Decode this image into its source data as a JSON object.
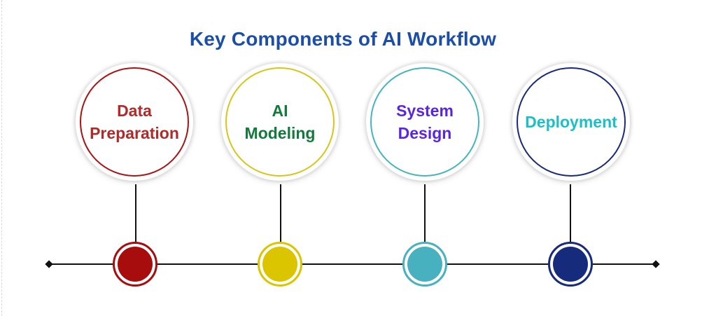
{
  "title": "Key Components of AI Workflow",
  "steps": [
    {
      "label_line1": "Data",
      "label_line2": "Preparation",
      "text_color": "#b02a2a",
      "ring_color": "#a81414",
      "node_color": "#a80d0d"
    },
    {
      "label_line1": "AI",
      "label_line2": "Modeling",
      "text_color": "#127a3a",
      "ring_color": "#d8c41a",
      "node_color": "#dbc400"
    },
    {
      "label_line1": "System",
      "label_line2": "Design",
      "text_color": "#5b25e0",
      "ring_color": "#45b4bf",
      "node_color": "#48b1bf"
    },
    {
      "label_line1": "Deployment",
      "label_line2": "",
      "text_color": "#1bbfc8",
      "ring_color": "#1a2a7a",
      "node_color": "#172b7c"
    }
  ]
}
